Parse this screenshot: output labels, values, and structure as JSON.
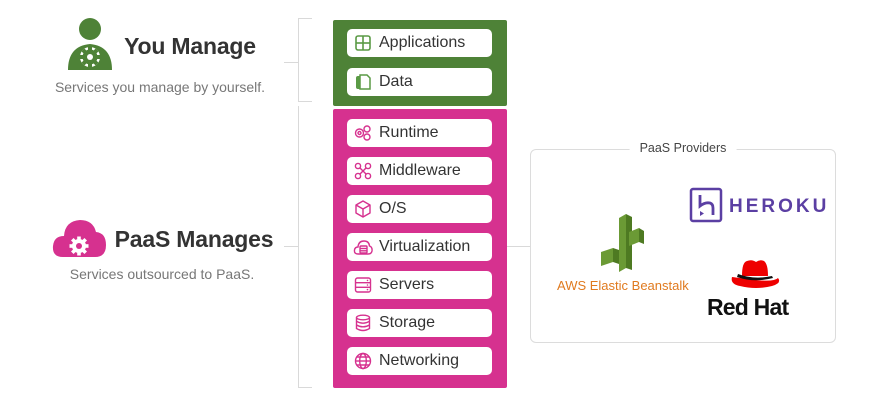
{
  "you_manage": {
    "title": "You Manage",
    "subtitle": "Services you manage by yourself.",
    "icon": "user-gear-icon",
    "color": "#4e8237",
    "items": [
      {
        "label": "Applications",
        "icon": "grid-icon"
      },
      {
        "label": "Data",
        "icon": "documents-icon"
      }
    ]
  },
  "paas_manages": {
    "title": "PaaS Manages",
    "subtitle": "Services outsourced to PaaS.",
    "icon": "cloud-gear-icon",
    "color": "#d6318f",
    "items": [
      {
        "label": "Runtime",
        "icon": "gears-icon"
      },
      {
        "label": "Middleware",
        "icon": "network-nodes-icon"
      },
      {
        "label": "O/S",
        "icon": "cube-icon"
      },
      {
        "label": "Virtualization",
        "icon": "cloud-server-icon"
      },
      {
        "label": "Servers",
        "icon": "server-rack-icon"
      },
      {
        "label": "Storage",
        "icon": "database-icon"
      },
      {
        "label": "Networking",
        "icon": "globe-icon"
      }
    ]
  },
  "providers": {
    "title": "PaaS Providers",
    "list": [
      {
        "name": "AWS Elastic Beanstalk",
        "icon": "aws-beanstalk-logo",
        "color": "#e07a1f"
      },
      {
        "name": "HEROKU",
        "icon": "heroku-logo",
        "color": "#5b3fa3"
      },
      {
        "name": "Red Hat",
        "icon": "redhat-logo",
        "color": "#ee0000"
      }
    ]
  }
}
